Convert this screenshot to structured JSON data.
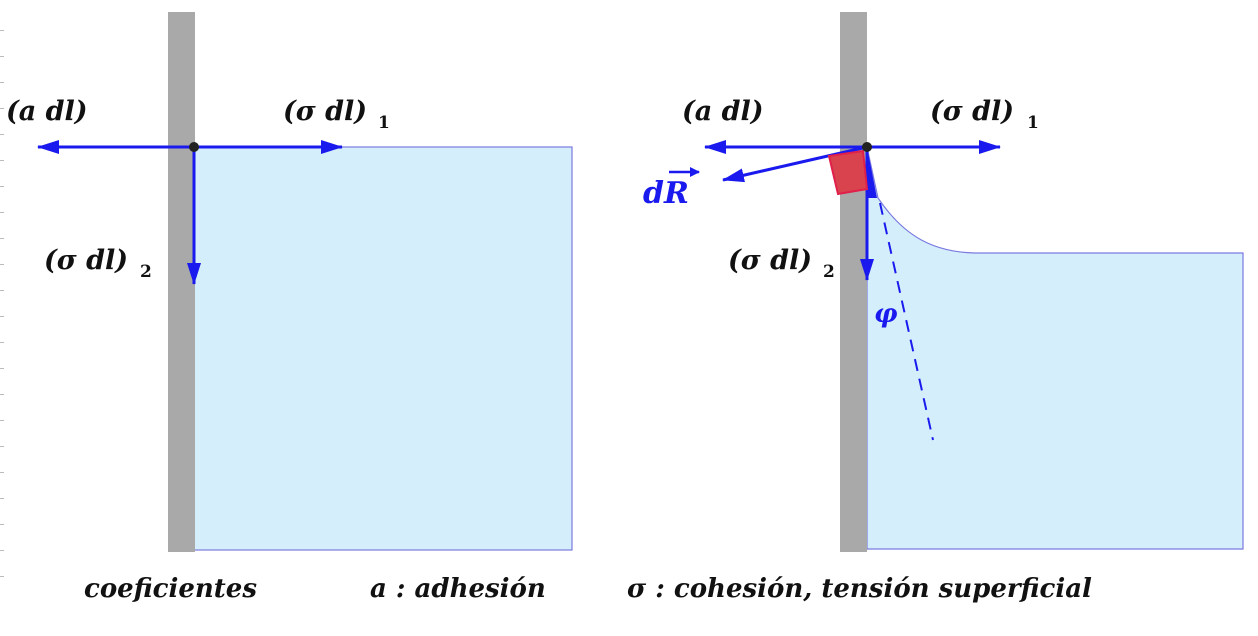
{
  "diagram": {
    "left": {
      "label_adhesion": "(a dl)",
      "label_cohesion_1": "(σ dl)",
      "sub_1": "1",
      "label_cohesion_2": "(σ dl)",
      "sub_2": "2"
    },
    "right": {
      "label_adhesion": "(a dl)",
      "label_cohesion_1": "(σ dl)",
      "sub_1": "1",
      "label_cohesion_2": "(σ dl)",
      "sub_2": "2",
      "label_resultant": "dR",
      "label_angle": "φ"
    }
  },
  "caption": {
    "coef": "coeficientes",
    "a_def": "a : adhesión",
    "sigma_def": "σ : cohesión, tensión superficial"
  },
  "colors": {
    "wall": "#a9a9a9",
    "liquid": "#d4effb",
    "liquid_edge": "#7a7ae0",
    "arrow": "#1a1aee",
    "angle_fill": "#d9434e"
  }
}
